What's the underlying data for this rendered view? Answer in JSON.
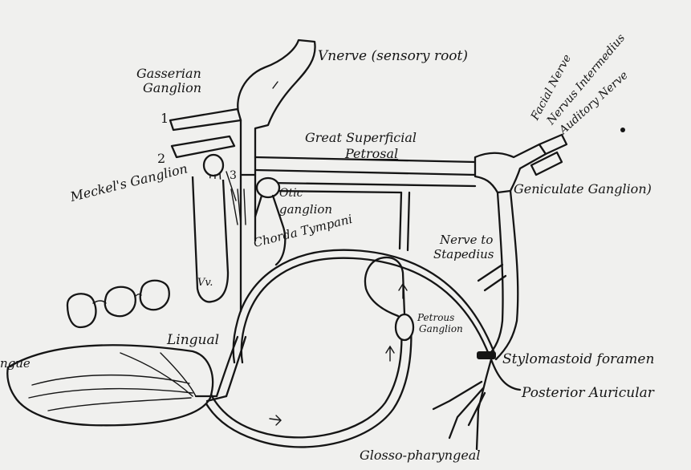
{
  "labels": {
    "gasserian": "Gasserian",
    "ganglion": "Ganglion",
    "v_nerve": "Vnerve (sensory root)",
    "facial_nerve": "Facial Nerve",
    "nervus_intermedius": "Nervus Intermedius",
    "auditory_nerve": "Auditory Nerve",
    "great_superficial": "Great Superficial",
    "petrosal": "Petrosal",
    "num_1": "1",
    "num_2": "2",
    "num_3": "3",
    "meckels_ganglion": "Meckel's Ganglion",
    "otic": "Otic",
    "otic_ganglion": "ganglion",
    "geniculate_ganglion": "Geniculate Ganglion)",
    "chorda_tympani": "Chorda Tympani",
    "nerve_to": "Nerve to",
    "stapedius": "Stapedius",
    "vv": "Vv.",
    "petrous": "Petrous",
    "petrous_ganglion": "Ganglion",
    "lingual": "Lingual",
    "tongue": "ngue",
    "stylomastoid": "Stylomastoid foramen",
    "posterior_auricular": "Posterior Auricular",
    "glosso_pharyngeal": "Glosso-pharyngeal"
  }
}
